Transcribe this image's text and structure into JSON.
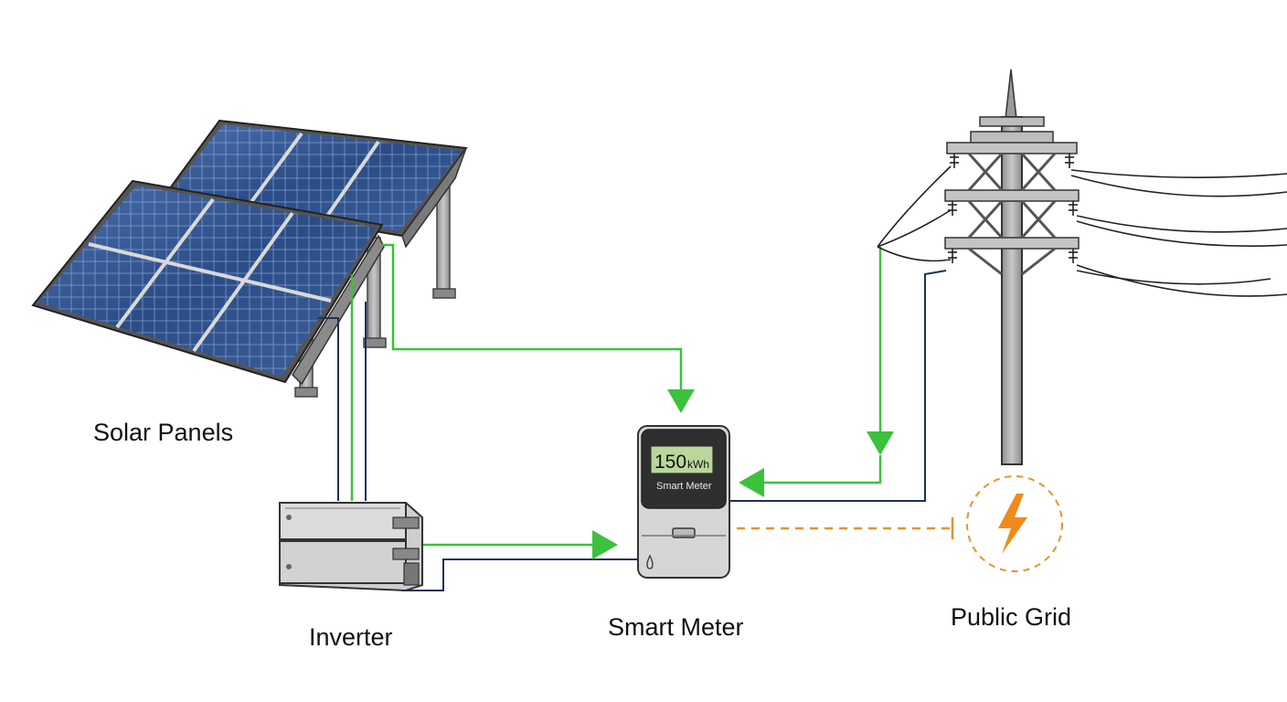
{
  "labels": {
    "solar_panels": "Solar Panels",
    "inverter": "Inverter",
    "smart_meter": "Smart Meter",
    "public_grid": "Public Grid"
  },
  "meter": {
    "reading": "150",
    "unit": "kWh",
    "screen_label": "Smart Meter"
  },
  "colors": {
    "flow_green": "#3cc13c",
    "cable_navy": "#1f2f5c",
    "grid_orange": "#e8922a",
    "panel_blue": "#2d4f86",
    "metal_gray": "#a8a8a8"
  },
  "icons": {
    "grid_symbol": "lightning-bolt-icon"
  }
}
